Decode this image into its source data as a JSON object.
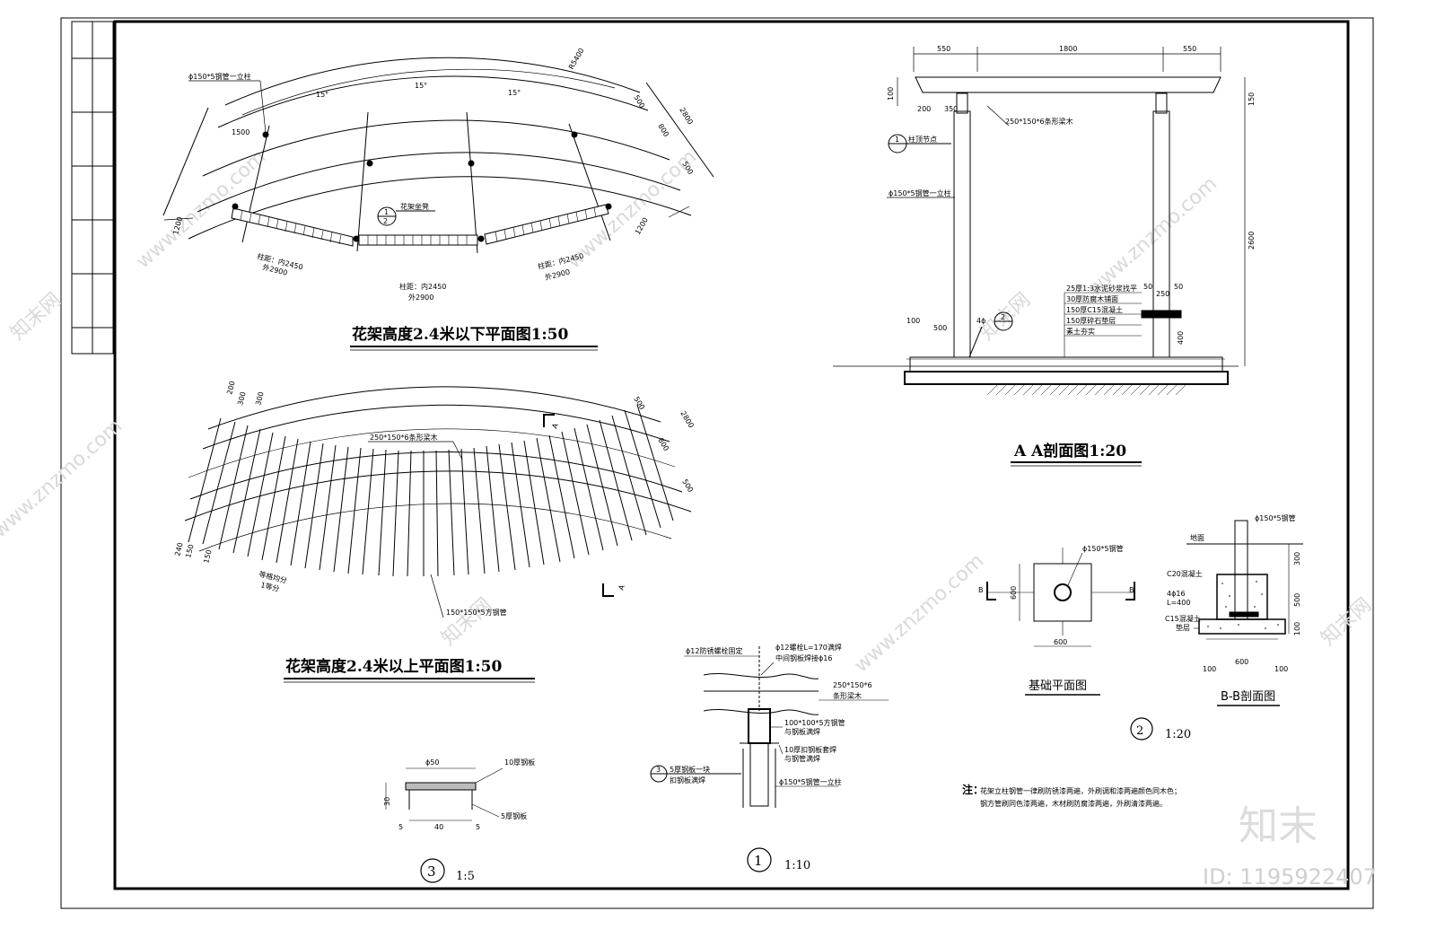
{
  "plan_lower": {
    "title": "花架高度2.4米以下平面图1:50",
    "label_top": "ɸ150*5钢管一立柱",
    "label_radius": "R5400",
    "dim_angle_1": "15°",
    "dim_angle_2": "15°",
    "dim_angle_3": "15°",
    "dim_left_1": "1500",
    "dim_left_2": "1200",
    "dim_right_1": "1200",
    "dim_right_top": "500",
    "dim_right_mid": "800",
    "dim_right_bot": "500",
    "dim_right_total": "2800",
    "callout_num": "1",
    "callout_den": "2",
    "callout_text": "花架坐凳",
    "arc_label_1a": "柱距：内2450",
    "arc_label_1b": "外2900",
    "arc_label_2a": "柱距：内2450",
    "arc_label_2b": "外2900",
    "arc_label_3a": "柱距：内2450",
    "arc_label_3b": "外2900"
  },
  "plan_upper": {
    "title": "花架高度2.4米以上平面图1:50",
    "label_beam": "250*150*6条形梁木",
    "label_joist": "150*150*5方钢管",
    "dim_top_1": "200",
    "dim_top_2": "300",
    "dim_top_3": "300",
    "dim_left_1": "240",
    "dim_left_2": "150",
    "dim_left_3": "150",
    "dim_right_top": "500",
    "dim_right_mid": "800",
    "dim_right_bot": "500",
    "dim_right_total": "2800",
    "arc_label_a": "等格均分",
    "arc_label_b": "1等分",
    "section_mark": "A"
  },
  "section_aa": {
    "title": "A A剖面图1:20",
    "dim_top_left": "550",
    "dim_top_mid": "1800",
    "dim_top_right": "550",
    "dim_left_a": "100",
    "dim_left_b": "200",
    "dim_left_c": "350",
    "dim_right_total": "2600",
    "dim_right_top": "150",
    "dim_base_left": "500",
    "dim_base_left2": "100",
    "dim_post_w": "250",
    "dim_post_h": "400",
    "dim_post_side_l": "50",
    "dim_post_side_r": "50",
    "label_beam": "250*150*6条形梁木",
    "label_post": "ɸ150*5钢管一立柱",
    "label_callout_1_num": "1",
    "label_callout_1_text": "柱顶节点",
    "label_callout_2_num": "2",
    "label_callout_2_text": "4ɸ",
    "layer_1": "25厚1:3水泥砂浆找平",
    "layer_2": "30厚防腐木铺面",
    "layer_3": "150厚C15混凝土",
    "layer_4": "150厚碎石垫层",
    "layer_5": "素土夯实"
  },
  "foundation_plan": {
    "title": "基础平面图",
    "label_pipe": "ɸ150*5钢管",
    "dim_side": "600",
    "dim_bottom": "600",
    "section_mark": "B"
  },
  "section_bb": {
    "title": "B-B剖面图",
    "label_top": "ɸ150*5钢管",
    "label_ground": "地面",
    "label_c15": "C20混凝土",
    "label_bolt": "4ɸ16",
    "label_bolt2": "L=400",
    "label_c15b": "C15混凝土",
    "label_c15c": "垫层",
    "dim_1": "300",
    "dim_2": "500",
    "dim_3": "100",
    "dim_bottom": "600",
    "dim_b_l": "100",
    "dim_b_r": "100"
  },
  "detail_2": {
    "num": "2",
    "scale": "1:20"
  },
  "detail_3": {
    "num": "3",
    "scale": "1:5",
    "dim_top": "ɸ50",
    "dim_bottom": "40",
    "dim_height": "30",
    "dim_side_l": "5",
    "dim_side_r": "5",
    "label_top": "10厚钢板",
    "label_bottom": "5厚钢板"
  },
  "detail_1": {
    "num": "1",
    "scale": "1:10",
    "label_1": "ɸ12防锈螺栓固定",
    "label_2a": "ɸ12螺栓L=170满焊",
    "label_2b": "中间钢板焊接ɸ16",
    "label_3a": "250*150*6",
    "label_3b": "条形梁木",
    "label_4a": "100*100*5方钢管",
    "label_4b": "与钢板满焊",
    "label_5a": "10厚扣钢板套焊",
    "label_5b": "与钢管满焊",
    "label_6": "ɸ150*5钢管一立柱",
    "label_7a": "5厚钢板一块",
    "label_7b": "扣钢板满焊",
    "callout_num": "3"
  },
  "notes": {
    "lead": "注：",
    "line_1": "花架立柱钢管一律刷防锈漆两遍，外刷调和漆两遍颜色同木色；",
    "line_2": "钢方管刷同色漆两遍，木材刷防腐漆两遍，外刷清漆两遍。"
  },
  "watermark": {
    "site": "www.znzmo.com",
    "brand": "知末网",
    "logo": "知末",
    "id": "ID: 1195922407"
  },
  "colors": {
    "ink": "#000000",
    "watermark": "#d4d4d4",
    "paper": "#ffffff"
  }
}
